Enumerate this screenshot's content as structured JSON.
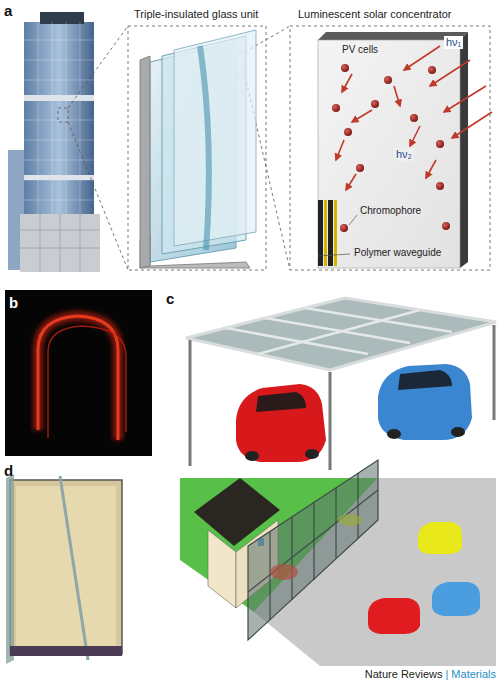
{
  "diagram": {
    "labels": [
      "a",
      "Triple-insulated glass unit",
      "Luminescent solar concentrator",
      "PV cells",
      "hν₁",
      "hν₂",
      "Chromophore",
      "Polymer waveguide",
      "b",
      "c",
      "d",
      "Nature Reviews",
      "| Materials"
    ]
  }
}
